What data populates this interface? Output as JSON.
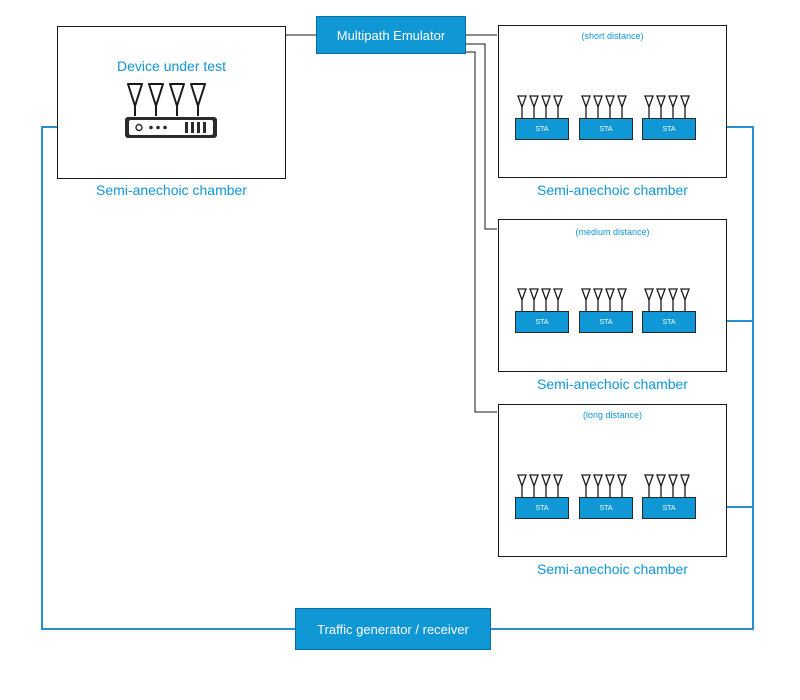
{
  "emulator": {
    "label": "Multipath Emulator"
  },
  "traffic": {
    "label": "Traffic generator / receiver"
  },
  "dut": {
    "title": "Device under test",
    "chamber_caption": "Semi-anechoic chamber"
  },
  "chambers": [
    {
      "distance": "(short distance)",
      "caption": "Semi-anechoic chamber",
      "stations": [
        "STA",
        "STA",
        "STA"
      ]
    },
    {
      "distance": "(medium distance)",
      "caption": "Semi-anechoic chamber",
      "stations": [
        "STA",
        "STA",
        "STA"
      ]
    },
    {
      "distance": "(long distance)",
      "caption": "Semi-anechoic chamber",
      "stations": [
        "STA",
        "STA",
        "STA"
      ]
    }
  ],
  "colors": {
    "accent": "#0f97d6",
    "line": "#1a1a1a",
    "link": "#2a8fd0"
  }
}
